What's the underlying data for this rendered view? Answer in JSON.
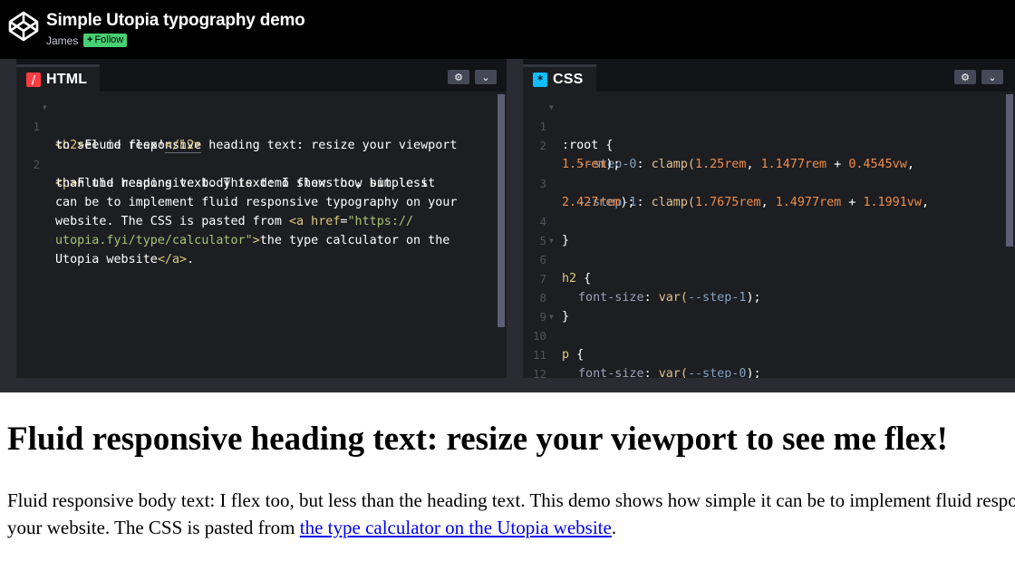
{
  "header": {
    "title": "Simple Utopia typography demo",
    "author": "James",
    "follow_label": "Follow"
  },
  "html_editor": {
    "tab_label": "HTML",
    "line_numbers": [
      "1",
      "2"
    ],
    "code_lines": [
      [
        "<h2>",
        "Fluid responsive heading text: resize your viewport"
      ],
      [
        "to see me flex!",
        "</h2>"
      ],
      [
        "<p>",
        "Fluid responsive body text: I flex too, but less"
      ],
      [
        "than the heading text. This demo shows how simple it"
      ],
      [
        "can be to implement fluid responsive typography on your"
      ],
      [
        "website. The CSS is pasted from ",
        "<a ",
        "href",
        "=",
        "\"https://"
      ],
      [
        "utopia.fyi/type/calculator\"",
        ">",
        "the type calculator on the"
      ],
      [
        "Utopia website",
        "</a>",
        "."
      ]
    ]
  },
  "css_editor": {
    "tab_label": "CSS",
    "line_numbers": [
      "1",
      "2",
      "3",
      "4",
      "5",
      "6",
      "7",
      "8",
      "9",
      "10",
      "11",
      "12"
    ],
    "code_lines": [
      [
        ":root {"
      ],
      [
        "--step-0",
        ": ",
        "clamp(",
        "1.25rem",
        ", ",
        "1.1477rem",
        " + ",
        "0.4545vw",
        ","
      ],
      [
        "1.5rem",
        ");"
      ],
      [
        "--step-1",
        ": ",
        "clamp(",
        "1.7675rem",
        ", ",
        "1.4977rem",
        " + ",
        "1.1991vw",
        ","
      ],
      [
        "2.427rem",
        ");"
      ],
      [
        "}"
      ],
      [
        ""
      ],
      [
        "h2",
        " {"
      ],
      [
        "font-size",
        ": ",
        "var(",
        "--step-1",
        ");"
      ],
      [
        "}"
      ],
      [
        ""
      ],
      [
        "p",
        " {"
      ],
      [
        "font-size",
        ": ",
        "var(",
        "--step-0",
        ");"
      ],
      [
        "}"
      ]
    ]
  },
  "preview": {
    "heading": "Fluid responsive heading text: resize your viewport to see me flex!",
    "body_before_link": "Fluid responsive body text: I flex too, but less than the heading text. This demo shows how simple it can be to implement fluid responsive typography on your website. The CSS is pasted from ",
    "link_text": "the type calculator on the Utopia website",
    "body_after_link": "."
  }
}
